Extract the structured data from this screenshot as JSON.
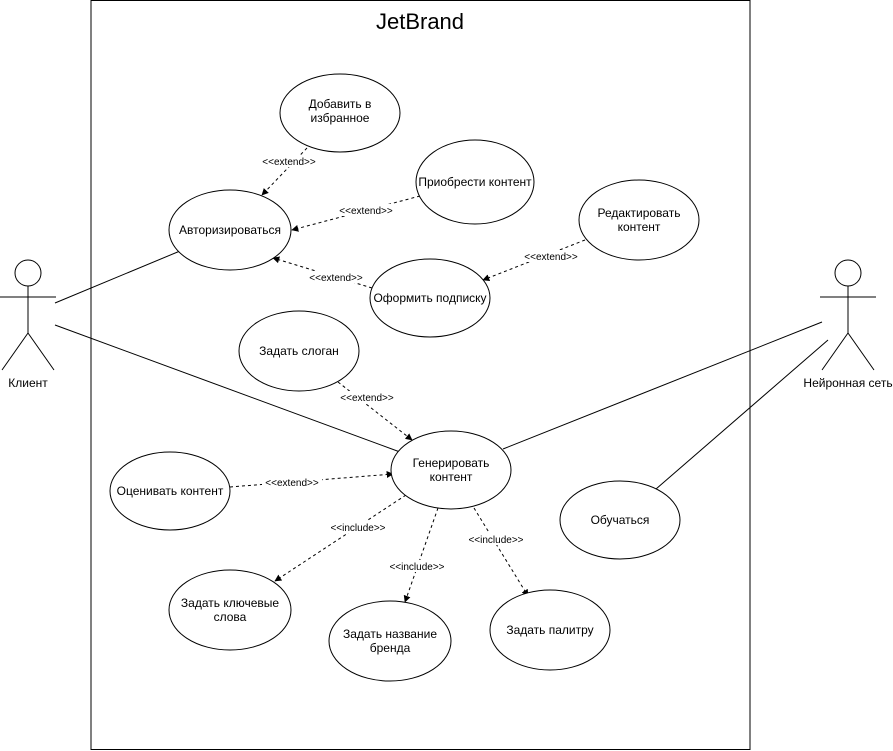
{
  "system": {
    "title": "JetBrand"
  },
  "actors": {
    "client": "Клиент",
    "neural_net": "Нейронная сеть"
  },
  "use_cases": {
    "add_favorites": [
      "Добавить в",
      "избранное"
    ],
    "buy_content": [
      "Приобрести контент"
    ],
    "authorize": [
      "Авторизироваться"
    ],
    "edit_content": [
      "Редактировать",
      "контент"
    ],
    "subscribe": [
      "Оформить подписку"
    ],
    "set_slogan": [
      "Задать слоган"
    ],
    "generate_content": [
      "Генерировать",
      "контент"
    ],
    "rate_content": [
      "Оценивать контент"
    ],
    "learn": [
      "Обучаться"
    ],
    "set_keywords": [
      "Задать ключевые",
      "слова"
    ],
    "set_brand_name": [
      "Задать название",
      "бренда"
    ],
    "set_palette": [
      "Задать палитру"
    ]
  },
  "stereotypes": {
    "extend": "<<extend>>",
    "include": "<<include>>"
  }
}
